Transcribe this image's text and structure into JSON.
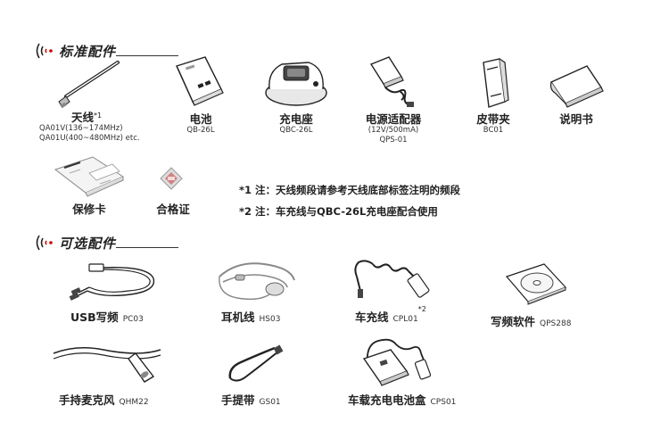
{
  "standard": {
    "title": "标准配件",
    "items": [
      {
        "name": "天线",
        "mark": "*1",
        "codes": [
          "QA01V(136~174MHz)",
          "QA01U(400~480MHz) etc."
        ]
      },
      {
        "name": "电池",
        "codes": [
          "QB-26L"
        ]
      },
      {
        "name": "充电座",
        "codes": [
          "QBC-26L"
        ]
      },
      {
        "name": "电源适配器",
        "codes": [
          "(12V/500mA)",
          "QPS-01"
        ]
      },
      {
        "name": "皮带夹",
        "codes": [
          "BC01"
        ]
      },
      {
        "name": "说明书",
        "codes": []
      },
      {
        "name": "保修卡",
        "codes": []
      },
      {
        "name": "合格证",
        "codes": []
      }
    ],
    "notes": [
      "*1 注：天线频段请参考天线底部标签注明的频段",
      "*2 注：车充线与QBC-26L充电座配合使用"
    ]
  },
  "optional": {
    "title": "可选配件",
    "items": [
      {
        "name": "USB写频",
        "code": "PC03"
      },
      {
        "name": "耳机线",
        "code": "HS03"
      },
      {
        "name": "车充线",
        "code": "CPL01",
        "mark": "*2"
      },
      {
        "name": "写频软件",
        "code": "QPS288"
      },
      {
        "name": "手持麦克风",
        "code": "QHM22"
      },
      {
        "name": "手提带",
        "code": "GS01"
      },
      {
        "name": "车载充电电池盒",
        "code": "CPS01"
      }
    ]
  }
}
